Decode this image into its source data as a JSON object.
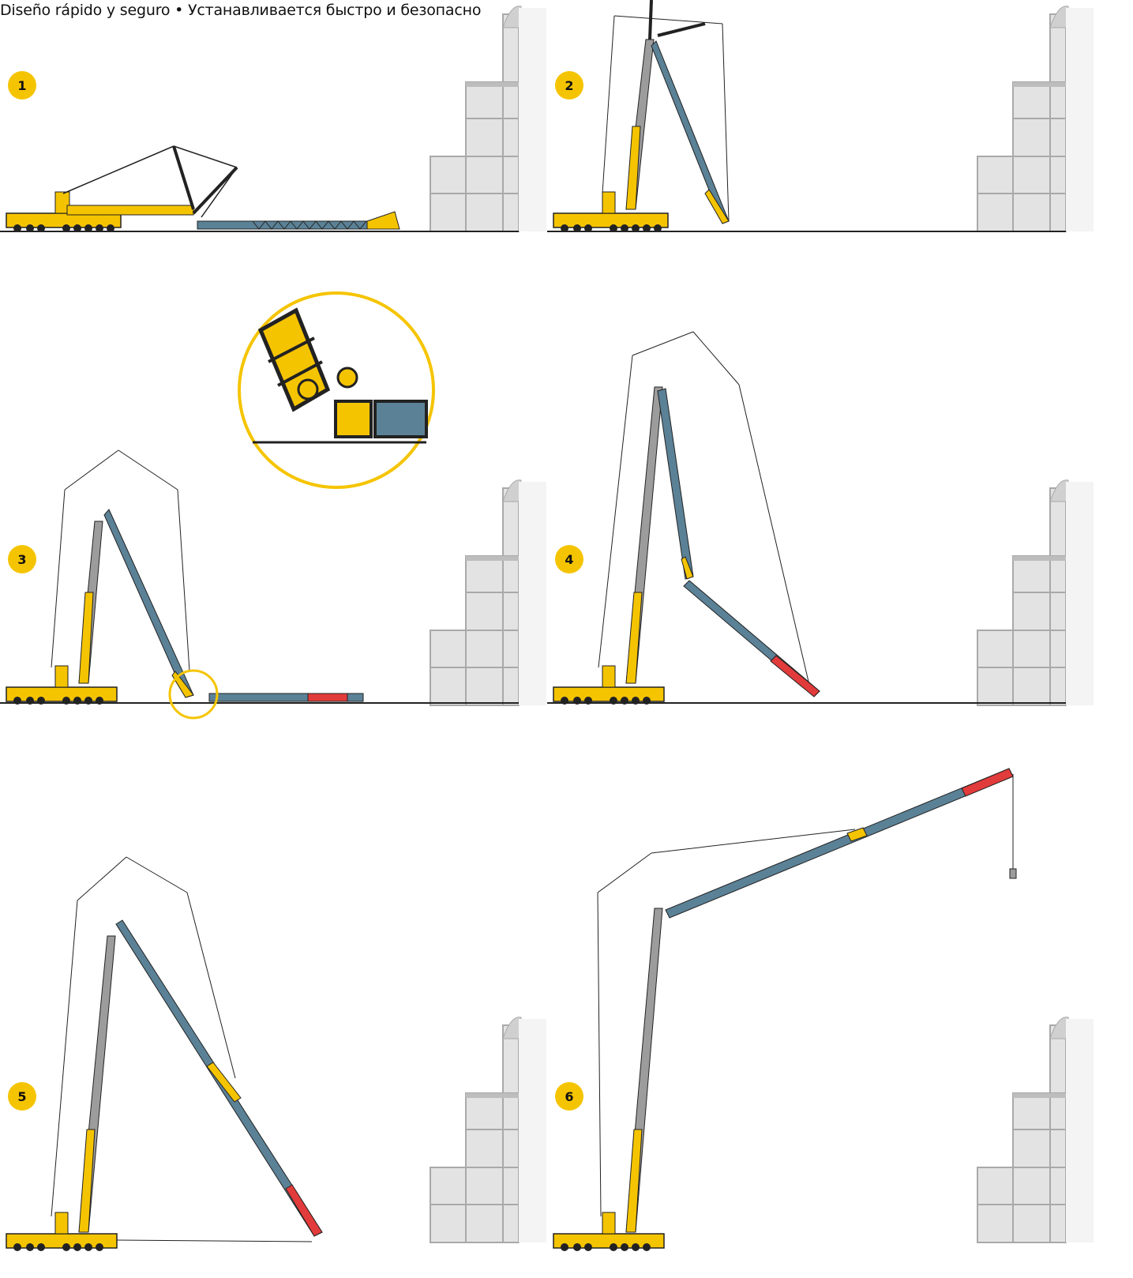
{
  "title": "Diseño rápido y seguro • Устанавливается быстро и безопасно",
  "colors": {
    "accent_yellow": "#F5C400",
    "boom_blue": "#5B8196",
    "tip_red": "#E23B3B",
    "building_gray": "#E3E3E3",
    "building_line": "#A9A9A9",
    "ink": "#222222"
  },
  "steps": [
    {
      "number": "1"
    },
    {
      "number": "2"
    },
    {
      "number": "3"
    },
    {
      "number": "4"
    },
    {
      "number": "5"
    },
    {
      "number": "6"
    }
  ]
}
